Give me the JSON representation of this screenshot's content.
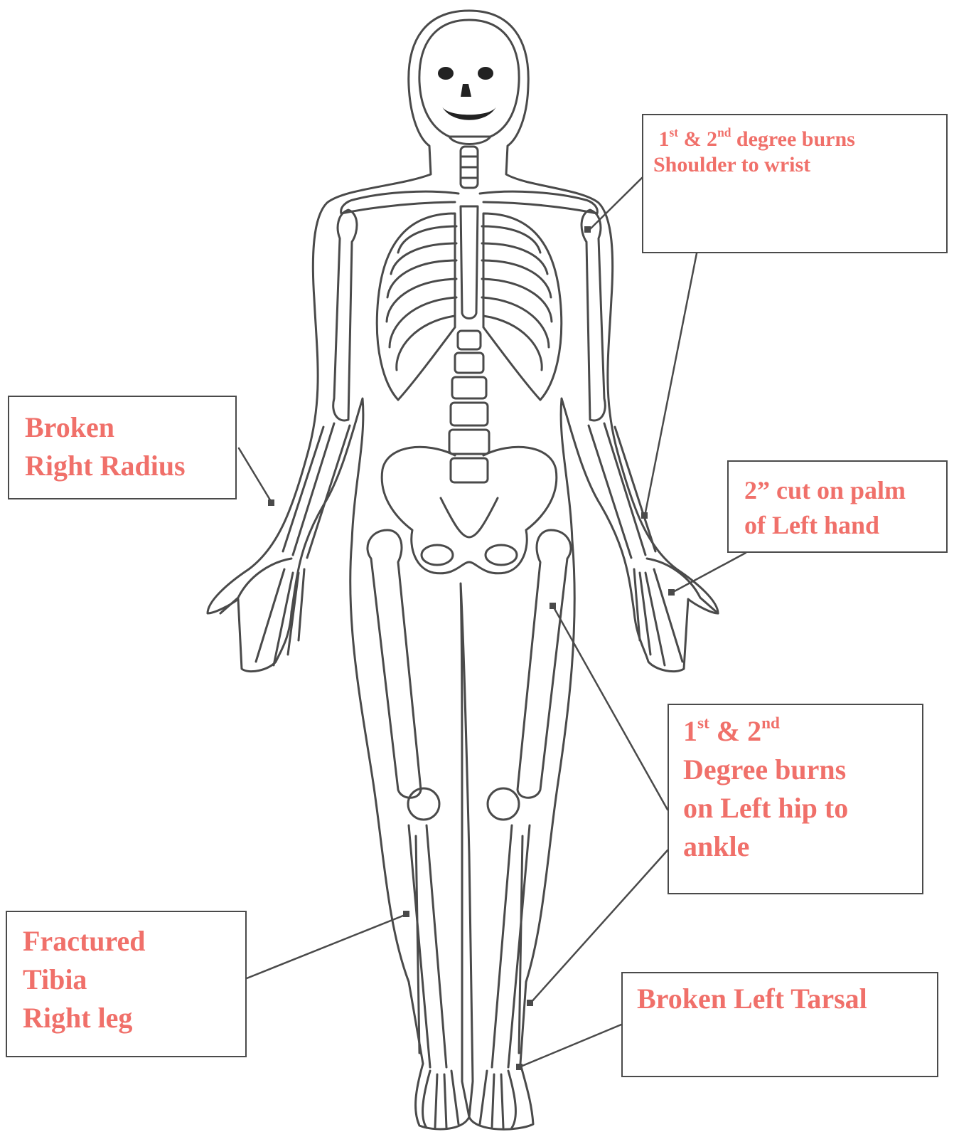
{
  "annotations": {
    "burns_arm": {
      "line1_pre": "1",
      "line1_sup1": "st",
      "line1_mid": " & 2",
      "line1_sup2": "nd",
      "line1_post": " degree burns",
      "line2": "Shoulder to wrist"
    },
    "radius": {
      "line1": "Broken",
      "line2": "Right Radius"
    },
    "palm": {
      "line1": "2” cut on palm",
      "line2": "of Left hand"
    },
    "burns_leg": {
      "line1_pre": "1",
      "line1_sup1": "st",
      "line1_mid": " & 2",
      "line1_sup2": "nd",
      "line2": "Degree burns",
      "line3": "on Left hip to",
      "line4": "ankle"
    },
    "tibia": {
      "line1": "Fractured",
      "line2": "Tibia",
      "line3": "Right leg"
    },
    "tarsal": {
      "line1": "Broken Left Tarsal"
    }
  },
  "colors": {
    "label_text": "#f0706a",
    "outline": "#4a4a4a",
    "background": "#ffffff"
  }
}
